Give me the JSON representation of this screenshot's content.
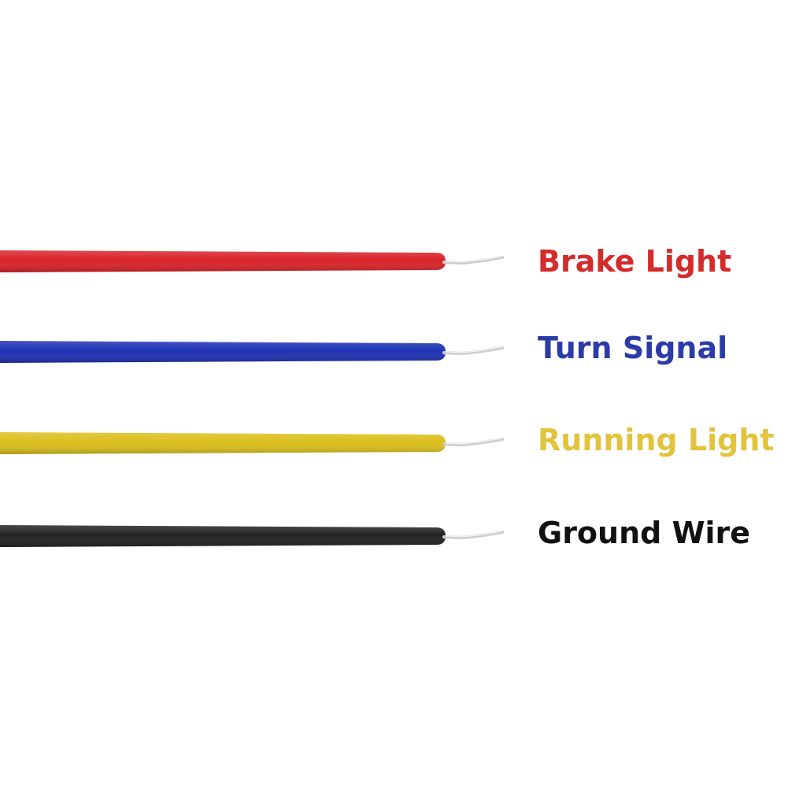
{
  "wires": [
    {
      "label": "Brake Light",
      "color": "#d9232a",
      "label_color": "#d42b2b"
    },
    {
      "label": "Turn Signal",
      "color": "#1f32b4",
      "label_color": "#2b3ba8"
    },
    {
      "label": "Running Light",
      "color": "#dcbf1c",
      "label_color": "#e2c43c"
    },
    {
      "label": "Ground Wire",
      "color": "#222222",
      "label_color": "#111111"
    }
  ],
  "strand_color": "#c9ccd0"
}
